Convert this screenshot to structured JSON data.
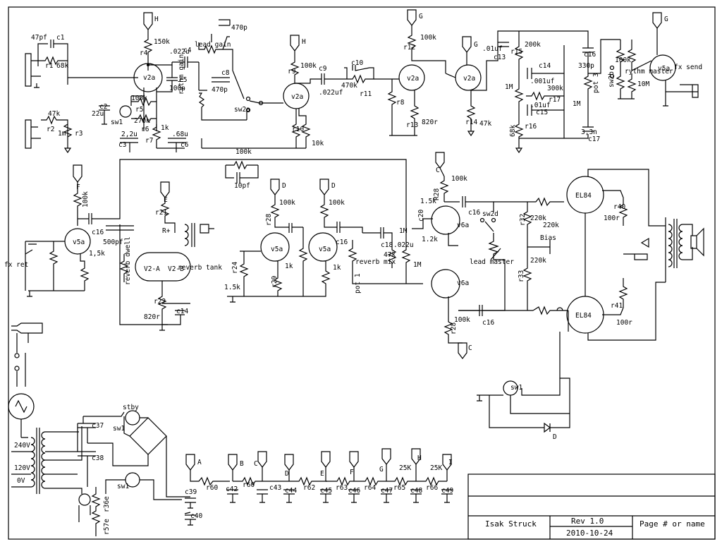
{
  "labels": {
    "c1": "c1",
    "cap47pf": "47pf",
    "r1": "r1",
    "r68k": "68k",
    "r47k": "47k",
    "r2": "r2",
    "r1m": "1m",
    "r3": "r3",
    "rail_h1": "H",
    "r150k": "150k",
    "r4": "r4",
    "v2a_1": "v2a",
    "c22u": "22u",
    "c2": "c2",
    "r100k_a": "100k",
    "r5": "r5",
    "sw1_a": "sw1",
    "r270k": "270k",
    "r6": "r6",
    "c22u2": "2,2u",
    "c3": "c3",
    "r7": "r7",
    "r1k_a": "1k",
    "c68u": ".68u",
    "c6": "c6",
    "c022_a": ".022u",
    "c4": "c4",
    "c5": "c5",
    "c100p": "100p",
    "c8": "c8",
    "c470p_a": "470p",
    "rythm_gain": "rythm gain",
    "lead_gain": "lead gain",
    "c470p_b": "470p",
    "sw2a": "sw2a",
    "rail_h2": "H",
    "r9": "r9",
    "r100k_b": "100k",
    "v2a_2": "v2a",
    "r10": "r10",
    "r10k": "10k",
    "c9": "c9",
    "c022_b": ".022uf",
    "c10": "c10",
    "r470k": "470k",
    "r11": "r11",
    "rail_g1": "G",
    "r100k_c": "100k",
    "r12": "r12",
    "v2a_3": "v2a",
    "r8": "r8",
    "r13": "r13",
    "r820r_a": "820r",
    "rail_g2": "G",
    "v2a_4": "v2a",
    "r14": "r14",
    "r47k_b": "47k",
    "c01_a": ".01uf",
    "c13": "c13",
    "r200k": "200k",
    "c14": "c14",
    "c001": ".001uf",
    "c01_b": ".01uf",
    "c15": "c15",
    "r1m_b": "1M",
    "r300k": "300k",
    "r17": "r17",
    "r16": "r16",
    "r68k_b": "68k",
    "r15": "r15",
    "c16_a": "c16",
    "c330p": "330p",
    "pot3": "pot 3",
    "r1m_c": "1M",
    "c33n": "3,3n",
    "c17": "c17",
    "r100k_d": "100k",
    "rythm_master": "rythm master",
    "sw2b": "sw2b",
    "r10m": "10M",
    "rail_g3": "G",
    "v5a_1": "v5a",
    "fx_send": "fx send",
    "r100k_e": "100k",
    "c10pf": "10pf",
    "rail_f": "F",
    "r100k_f": "100k",
    "c16_b": "c16",
    "v5a_2": "v5a",
    "fx_ret": "fx ret",
    "r15k_a": "1,5k",
    "c500pf": "500pf",
    "rail_e": "E",
    "r21": "r21",
    "rplus": "R+",
    "reverb_dwell": "reverb dwell",
    "v2a_r": "V2-A",
    "v2b_r": "V2-B",
    "reverb_tank": "reverb tank",
    "r22": "r22",
    "c14_b": "c14",
    "r820r_b": "820r",
    "rail_d1": "D",
    "r100k_g": "100k",
    "r28a": "r28",
    "v5a_3": "v5a",
    "r24": "r24",
    "r15k_b": "1.5k",
    "r29": "r29",
    "r1k_b": "1k",
    "rail_d2": "D",
    "r100k_h": "100k",
    "v5a_4": "v5a",
    "c16_c": "c16",
    "r1k_c": "1k",
    "pot1": "pot 1",
    "c18": "c18",
    "c022_c": ".022u",
    "r47k_c": "47k",
    "reverb_mix": "reverb mix",
    "r1m_d": "1M",
    "r1m_e": "1M",
    "c20": "c20",
    "rail_c1": "C",
    "r100k_i": "100k",
    "r28b": "R28",
    "r15k_c": "1.5k",
    "v6a_1": "v6a",
    "c16_d": "c16",
    "sw2d": "sw2d",
    "r12k": "1.2k",
    "lead_master": "lead master",
    "r32": "r32",
    "r220k_a": "220k",
    "r220k_b": "220k",
    "bias": "Bias",
    "r220k_c": "220k",
    "r33": "r33",
    "v6a_2": "v6a",
    "r100k_j": "100k",
    "r28c": "r28",
    "c16_e": "c16",
    "rail_c2": "C",
    "el84_1": "EL84",
    "el84_2": "EL84",
    "r40": "r40",
    "r100r_a": "100r",
    "r41": "r41",
    "r100r_b": "100r",
    "sw1_b": "sw1",
    "diode_d": "D",
    "stby": "stby",
    "c37": "c37",
    "sw1_c": "sw1",
    "sw1_d": "sw1",
    "c38": "c38",
    "v240": "240V",
    "v120": "120V",
    "v0": "0V",
    "r36e": "r36e",
    "r57e": "r57e",
    "c39": "c39",
    "c40": "c40",
    "rail_a": "A",
    "r60a": "r60",
    "rail_b": "B",
    "c42": "c42",
    "r60b": "r60",
    "rail_c3": "C",
    "c43": "c43",
    "c44": "c44",
    "rail_d3": "D",
    "r62": "r62",
    "rail_e2": "E",
    "c45": "c45",
    "r63": "r63",
    "rail_f2": "F",
    "c46": "c46",
    "r64": "r64",
    "rail_g4": "G",
    "c47": "c47",
    "r65": "r65",
    "r25k_a": "25K",
    "rail_h3": "H",
    "c48": "c48",
    "r66": "r66",
    "r25k_b": "25K",
    "rail_i": "I",
    "c49": "c49"
  },
  "title_block": {
    "author": "Isak Struck",
    "rev": "Rev 1.0",
    "date": "2010-10-24",
    "page": "Page # or name"
  }
}
